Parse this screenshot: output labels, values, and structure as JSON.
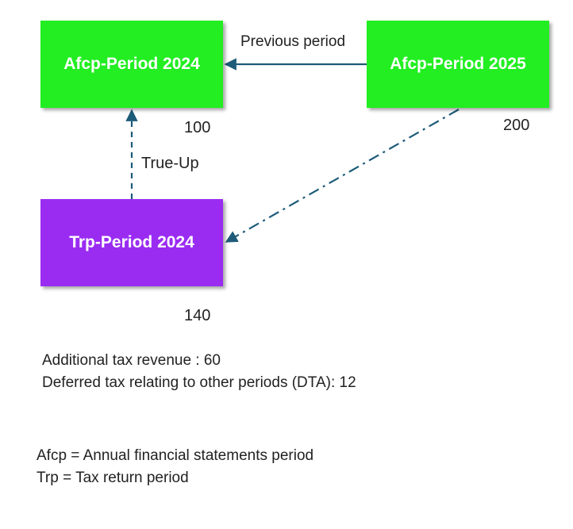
{
  "colors": {
    "afcp_box": "#22ee22",
    "trp_box": "#9a2cf2",
    "connector": "#1d5b79",
    "box_text": "#ffffff",
    "text": "#222222"
  },
  "nodes": {
    "afcp_2024": {
      "label": "Afcp-Period 2024",
      "value": "100"
    },
    "afcp_2025": {
      "label": "Afcp-Period 2025",
      "value": "200"
    },
    "trp_2024": {
      "label": "Trp-Period 2024",
      "value": "140"
    }
  },
  "edges": {
    "previous_period": {
      "label": "Previous period",
      "style": "solid"
    },
    "true_up": {
      "label": "True-Up",
      "style": "dashed"
    },
    "afcp2025_to_trp2024": {
      "label": "",
      "style": "dash-dot"
    }
  },
  "summary": {
    "additional_tax_revenue": "Additional tax revenue : 60",
    "deferred_tax": "Deferred tax relating to other periods (DTA): 12"
  },
  "legend": {
    "afcp": "Afcp = Annual financial statements period",
    "trp": "Trp = Tax return period"
  }
}
